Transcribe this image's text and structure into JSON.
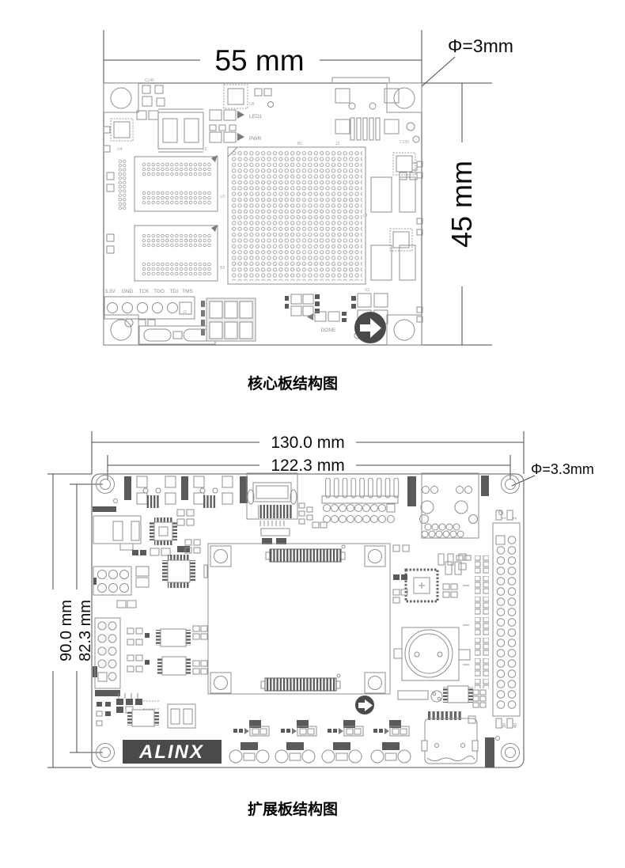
{
  "core_board": {
    "caption": "核心板结构图",
    "dim_width": "55 mm",
    "dim_height": "45 mm",
    "dim_hole": "Φ=3mm",
    "silk": {
      "led1": "LED1",
      "pwr": "PWR",
      "done": "DONE"
    },
    "jtag_pins": [
      "3.3V",
      "GND",
      "TCK",
      "TDO",
      "TDI",
      "TMS"
    ],
    "ref_labels": [
      "C140",
      "U8",
      "L5",
      "U4",
      "J2",
      "C130",
      "B1",
      "U3",
      "B2",
      "L4",
      "J1",
      "X2"
    ]
  },
  "expansion_board": {
    "caption": "扩展板结构图",
    "dim_width_outer": "130.0 mm",
    "dim_width_inner": "122.3 mm",
    "dim_height_outer": "90.0 mm",
    "dim_height_inner": "82.3 mm",
    "dim_hole": "Φ=3.3mm",
    "logo": "ALINX",
    "gpio_labels": {
      "pin1": "1",
      "pin2": "2",
      "pin39": "39",
      "pin40": "40"
    }
  },
  "colors": {
    "outline": "#8f8f8f",
    "dark": "#5a5a5a",
    "dim_line": "#4a4a4a",
    "text": "#000000"
  }
}
